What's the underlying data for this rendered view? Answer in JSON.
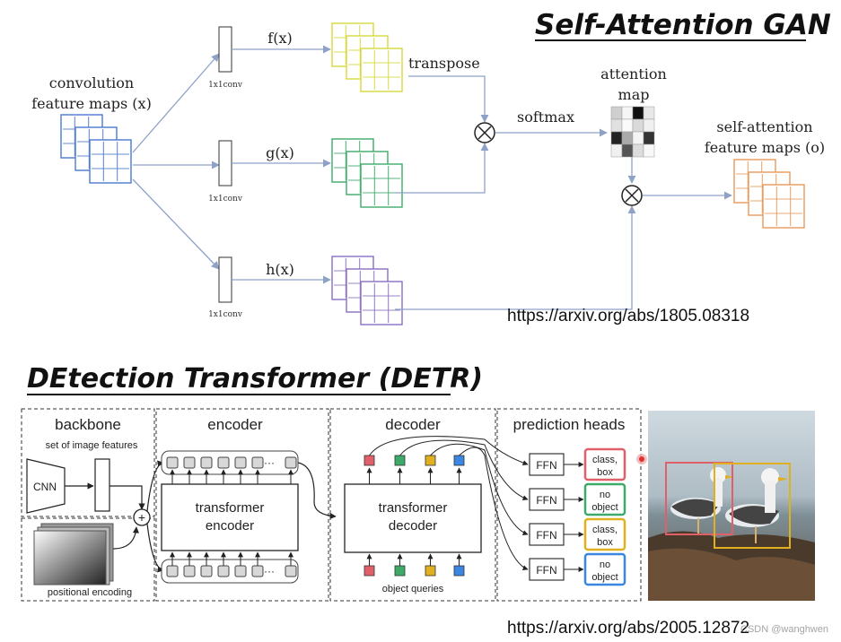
{
  "sagan": {
    "title": "Self-Attention GAN",
    "input_label_1": "convolution",
    "input_label_2": "feature maps (x)",
    "conv_label": "1x1conv",
    "f_label": "f(x)",
    "g_label": "g(x)",
    "h_label": "h(x)",
    "transpose_label": "transpose",
    "softmax_label": "softmax",
    "attention_label_1": "attention",
    "attention_label_2": "map",
    "output_label_1": "self-attention",
    "output_label_2": "feature maps (o)",
    "url": "https://arxiv.org/abs/1805.08318",
    "colors": {
      "input": "#4a78d0",
      "f": "#d6d83a",
      "g": "#3daa6a",
      "h": "#8a6fc0",
      "out": "#e79a5a",
      "arrow": "#8ea2c8"
    }
  },
  "detr": {
    "title": "DEtection Transformer (DETR)",
    "backbone_title": "backbone",
    "backbone_sub": "set of image features",
    "cnn_label": "CNN",
    "pos_label": "positional encoding",
    "encoder_title": "encoder",
    "encoder_box_1": "transformer",
    "encoder_box_2": "encoder",
    "decoder_title": "decoder",
    "decoder_box_1": "transformer",
    "decoder_box_2": "decoder",
    "object_queries": "object queries",
    "heads_title": "prediction heads",
    "ffn_label": "FFN",
    "ellipsis": "···",
    "plus": "+",
    "heads": [
      {
        "line1": "class,",
        "line2": "box",
        "color": "#e0606a"
      },
      {
        "line1": "no",
        "line2": "object",
        "color": "#3daa6a"
      },
      {
        "line1": "class,",
        "line2": "box",
        "color": "#e0b020"
      },
      {
        "line1": "no",
        "line2": "object",
        "color": "#3a86e0"
      }
    ],
    "query_colors": [
      "#e0606a",
      "#3daa6a",
      "#e0b020",
      "#3a86e0"
    ],
    "url": "https://arxiv.org/abs/2005.12872",
    "watermark": "CSDN @wanghwen"
  }
}
